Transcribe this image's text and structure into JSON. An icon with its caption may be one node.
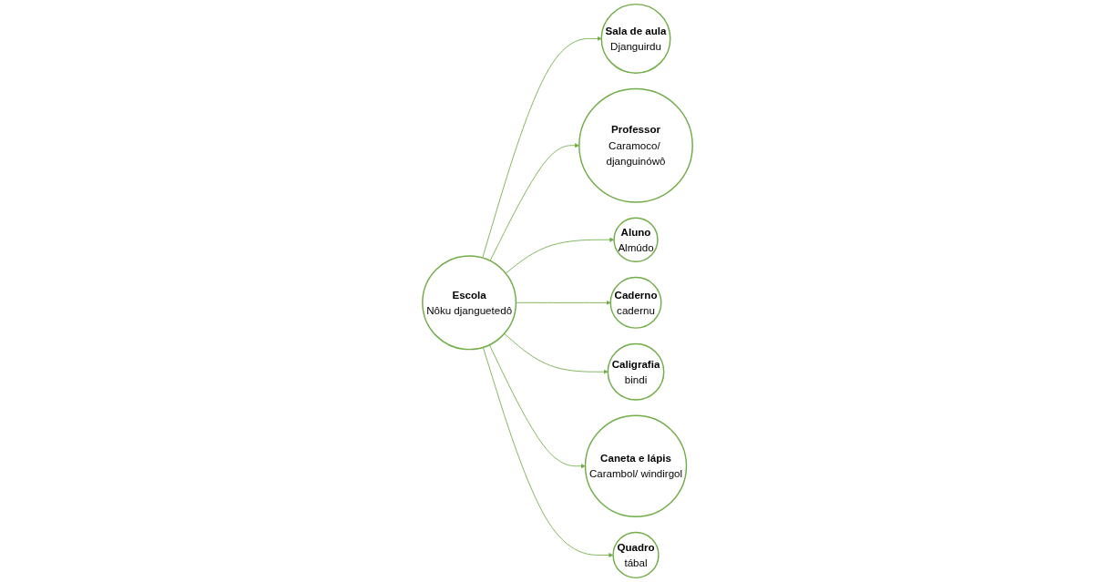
{
  "diagram": {
    "nodes": [
      {
        "text": [
          "Sala de aula",
          "Djanguirdu"
        ]
      },
      {
        "text": [
          "Professor",
          "Caramoco/ djanguinówô"
        ]
      },
      {
        "text": [
          "Aluno",
          "Almúdo"
        ]
      },
      {
        "text": [
          "Escola",
          "Nôku djanguetedô"
        ]
      },
      {
        "text": [
          "Caderno",
          "cadernu"
        ]
      },
      {
        "text": [
          "Caligrafia",
          "bindi"
        ]
      },
      {
        "text": [
          "Caneta e lápis",
          "Carambol/ windirgol"
        ]
      },
      {
        "text": [
          "Quadro",
          "tábal"
        ]
      }
    ],
    "edges": [
      {
        "from": 3,
        "to": 0,
        "arrow": "to"
      },
      {
        "from": 3,
        "to": 1,
        "arrow": "to"
      },
      {
        "from": 3,
        "to": 2,
        "arrow": "to"
      },
      {
        "from": 3,
        "to": 4,
        "arrow": "to"
      },
      {
        "from": 3,
        "to": 5,
        "arrow": "to"
      },
      {
        "from": 3,
        "to": 6,
        "arrow": "to"
      },
      {
        "from": 3,
        "to": 7,
        "arrow": "to"
      }
    ]
  }
}
